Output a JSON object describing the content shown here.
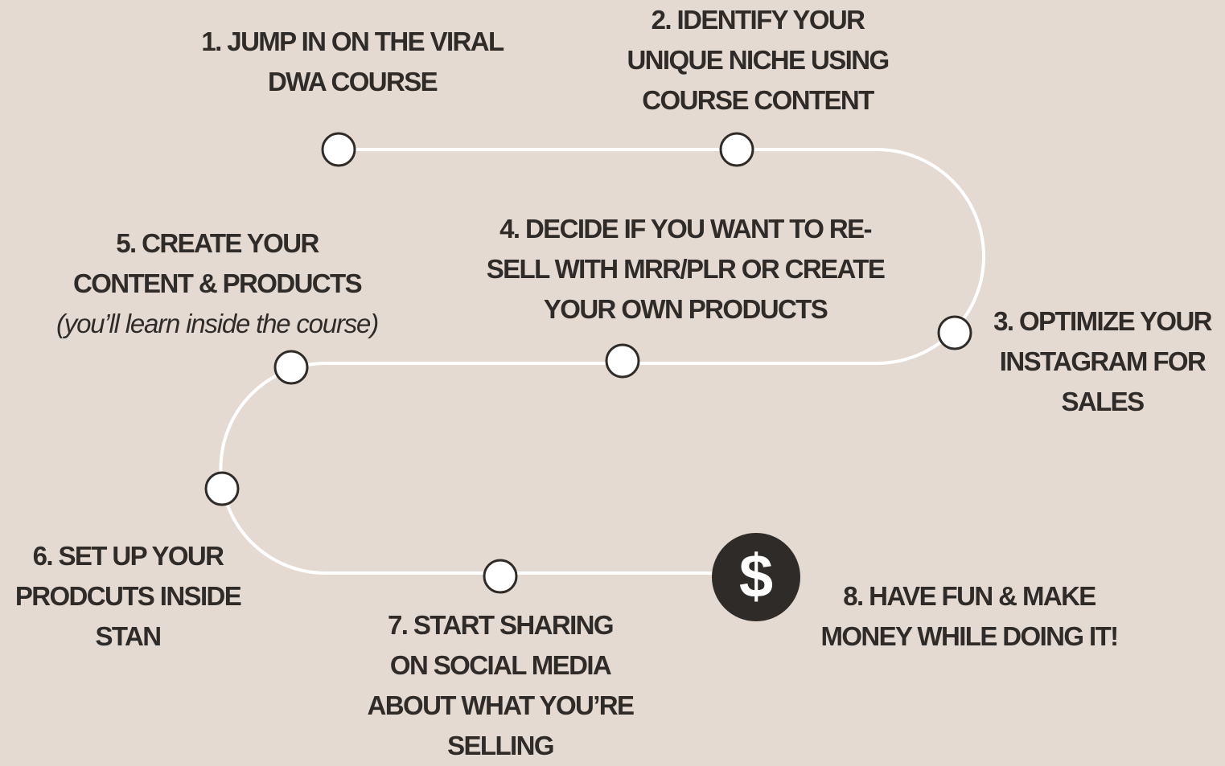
{
  "colors": {
    "background": "#e4dad1",
    "path": "#ffffff",
    "node_stroke": "#2e2b29",
    "text": "#2e2b29",
    "dollar_fill": "#2e2b29",
    "dollar_glyph": "#ffffff"
  },
  "steps": [
    {
      "lines": [
        "1. JUMP IN ON THE VIRAL",
        "DWA COURSE"
      ]
    },
    {
      "lines": [
        "2. IDENTIFY YOUR",
        "UNIQUE NICHE USING",
        "COURSE CONTENT"
      ]
    },
    {
      "lines": [
        "3. OPTIMIZE YOUR",
        "INSTAGRAM FOR",
        "SALES"
      ]
    },
    {
      "lines": [
        "4. DECIDE IF YOU WANT TO RE-",
        "SELL WITH MRR/PLR OR CREATE",
        "YOUR OWN PRODUCTS"
      ]
    },
    {
      "lines": [
        "5. CREATE YOUR",
        "CONTENT & PRODUCTS"
      ],
      "note": "(you’ll learn inside the course)"
    },
    {
      "lines": [
        "6. SET UP YOUR",
        "PRODCUTS INSIDE",
        "STAN"
      ]
    },
    {
      "lines": [
        "7. START SHARING",
        "ON SOCIAL MEDIA",
        "ABOUT WHAT YOU’RE",
        "SELLING"
      ]
    },
    {
      "lines": [
        "8. HAVE FUN & MAKE",
        "MONEY WHILE DOING IT!"
      ]
    }
  ],
  "final_icon": {
    "name": "dollar-icon",
    "glyph": "$"
  }
}
